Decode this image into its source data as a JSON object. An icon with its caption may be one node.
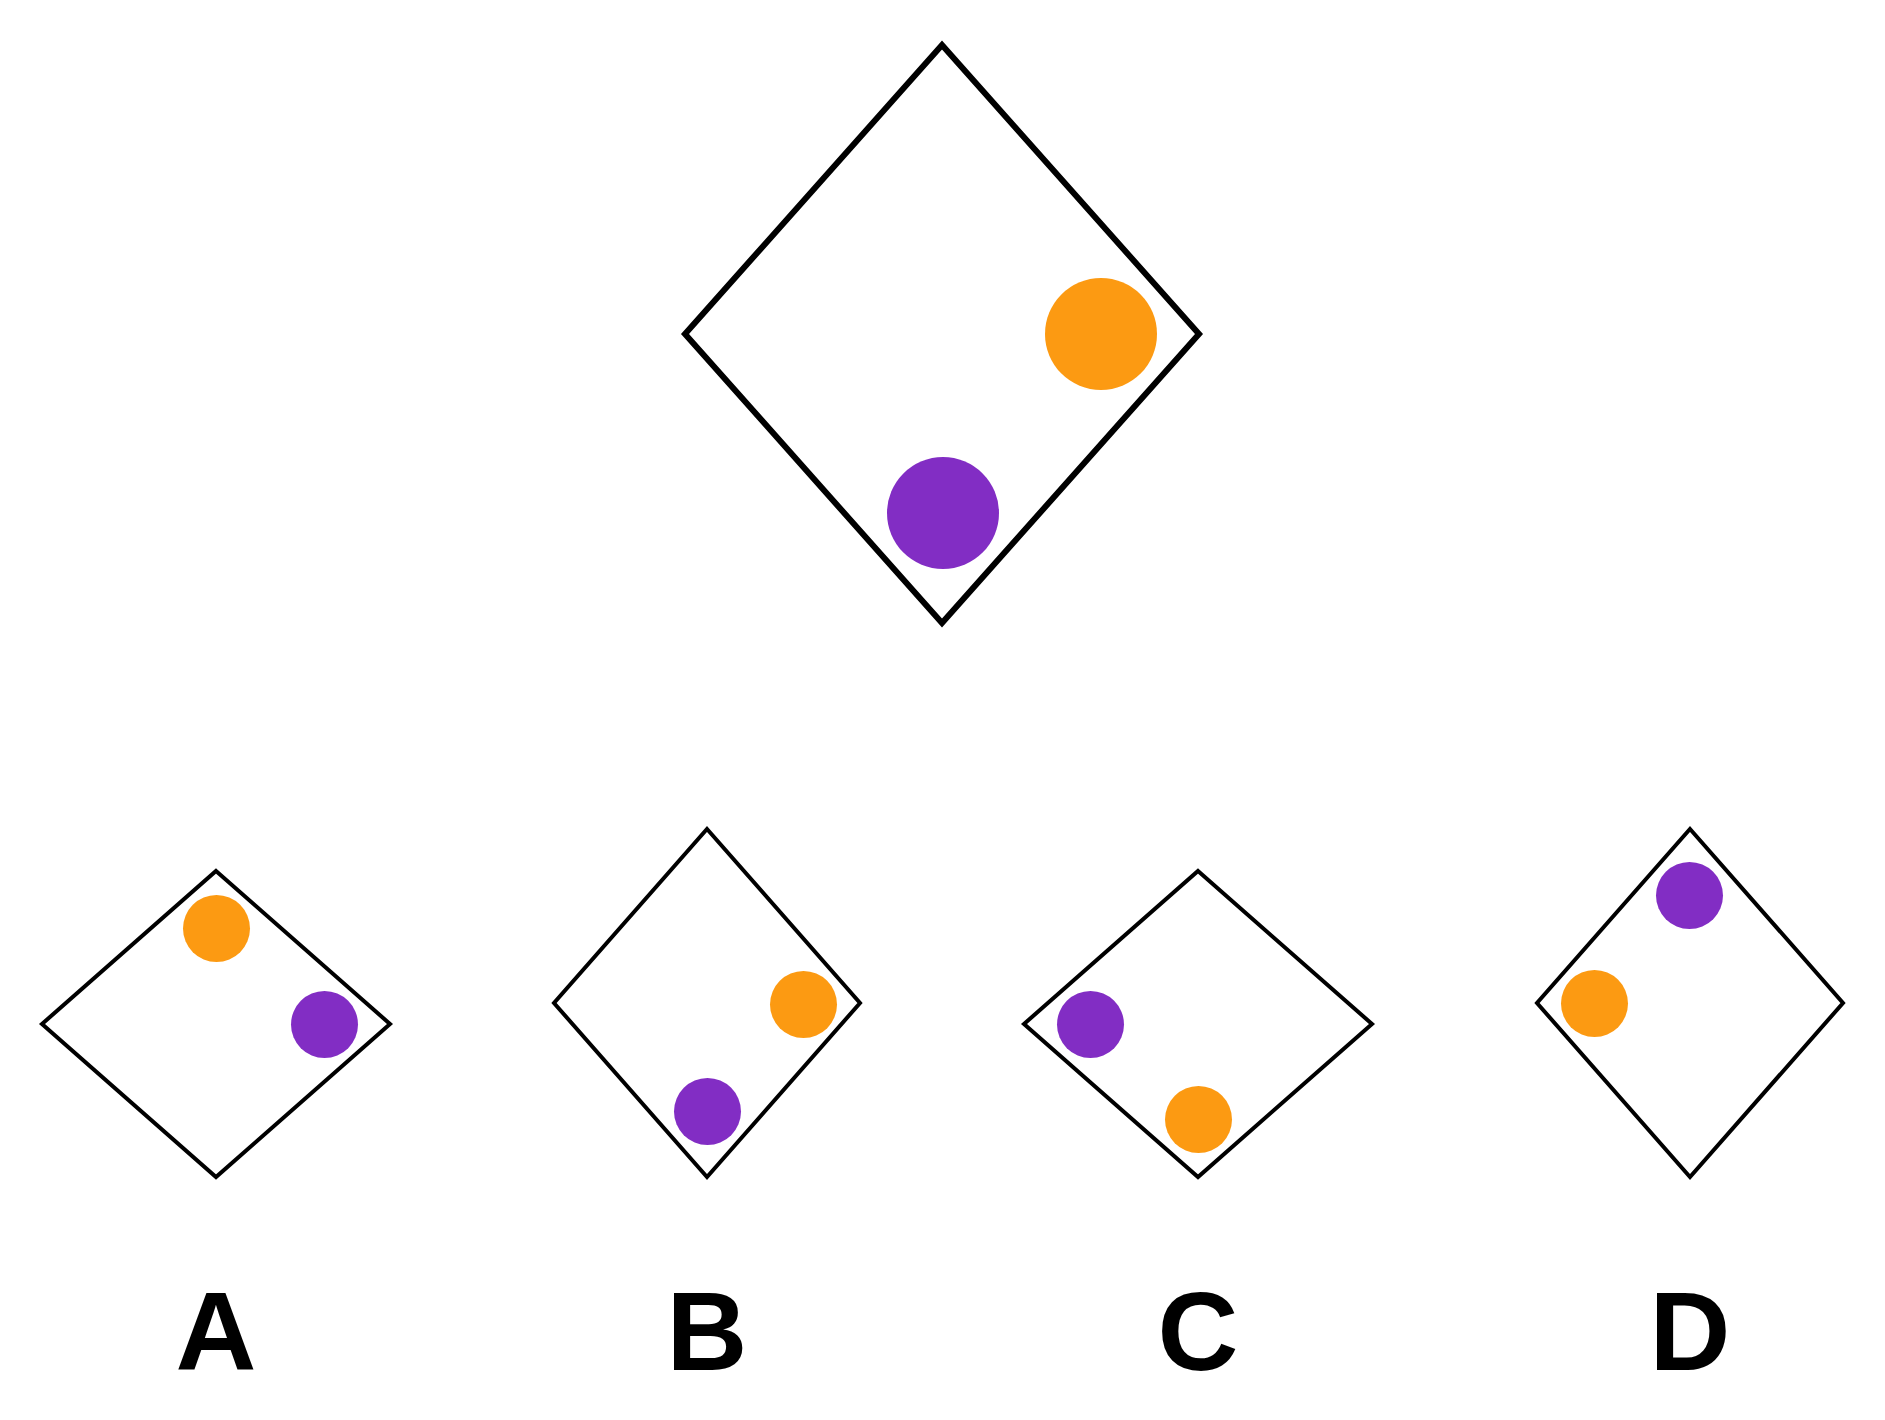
{
  "diagram": {
    "nodes": [
      {
        "text": [],
        "shape": "diamond"
      },
      {
        "text": [],
        "shape": "circle",
        "in": 0
      },
      {
        "text": [],
        "shape": "circle",
        "in": 0
      },
      {
        "text": [],
        "shape": "diamond",
        "beside": [
          "A"
        ]
      },
      {
        "text": [],
        "shape": "circle",
        "in": 3
      },
      {
        "text": [],
        "shape": "circle",
        "in": 3
      },
      {
        "text": [],
        "shape": "diamond",
        "beside": [
          "B"
        ]
      },
      {
        "text": [],
        "shape": "circle",
        "in": 6
      },
      {
        "text": [],
        "shape": "circle",
        "in": 6
      },
      {
        "text": [],
        "shape": "diamond",
        "beside": [
          "C"
        ]
      },
      {
        "text": [],
        "shape": "circle",
        "in": 9
      },
      {
        "text": [],
        "shape": "circle",
        "in": 9
      },
      {
        "text": [],
        "shape": "diamond",
        "beside": [
          "D"
        ]
      },
      {
        "text": [],
        "shape": "circle",
        "in": 12
      },
      {
        "text": [],
        "shape": "circle",
        "in": 12
      }
    ],
    "edges": []
  }
}
